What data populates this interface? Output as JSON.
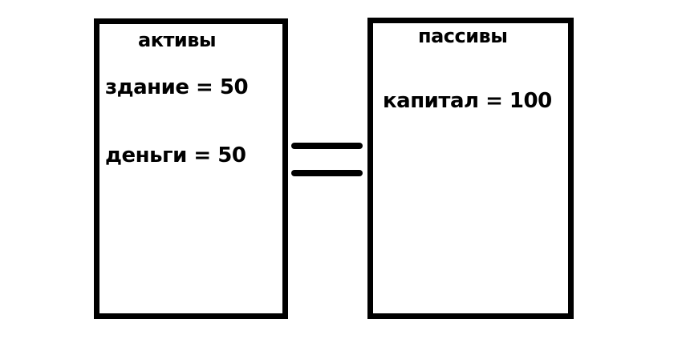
{
  "assets": {
    "title": "активы",
    "items": [
      "здание = 50",
      "деньги = 50"
    ]
  },
  "liabilities": {
    "title": "пассивы",
    "items": [
      "капитал = 100"
    ]
  }
}
